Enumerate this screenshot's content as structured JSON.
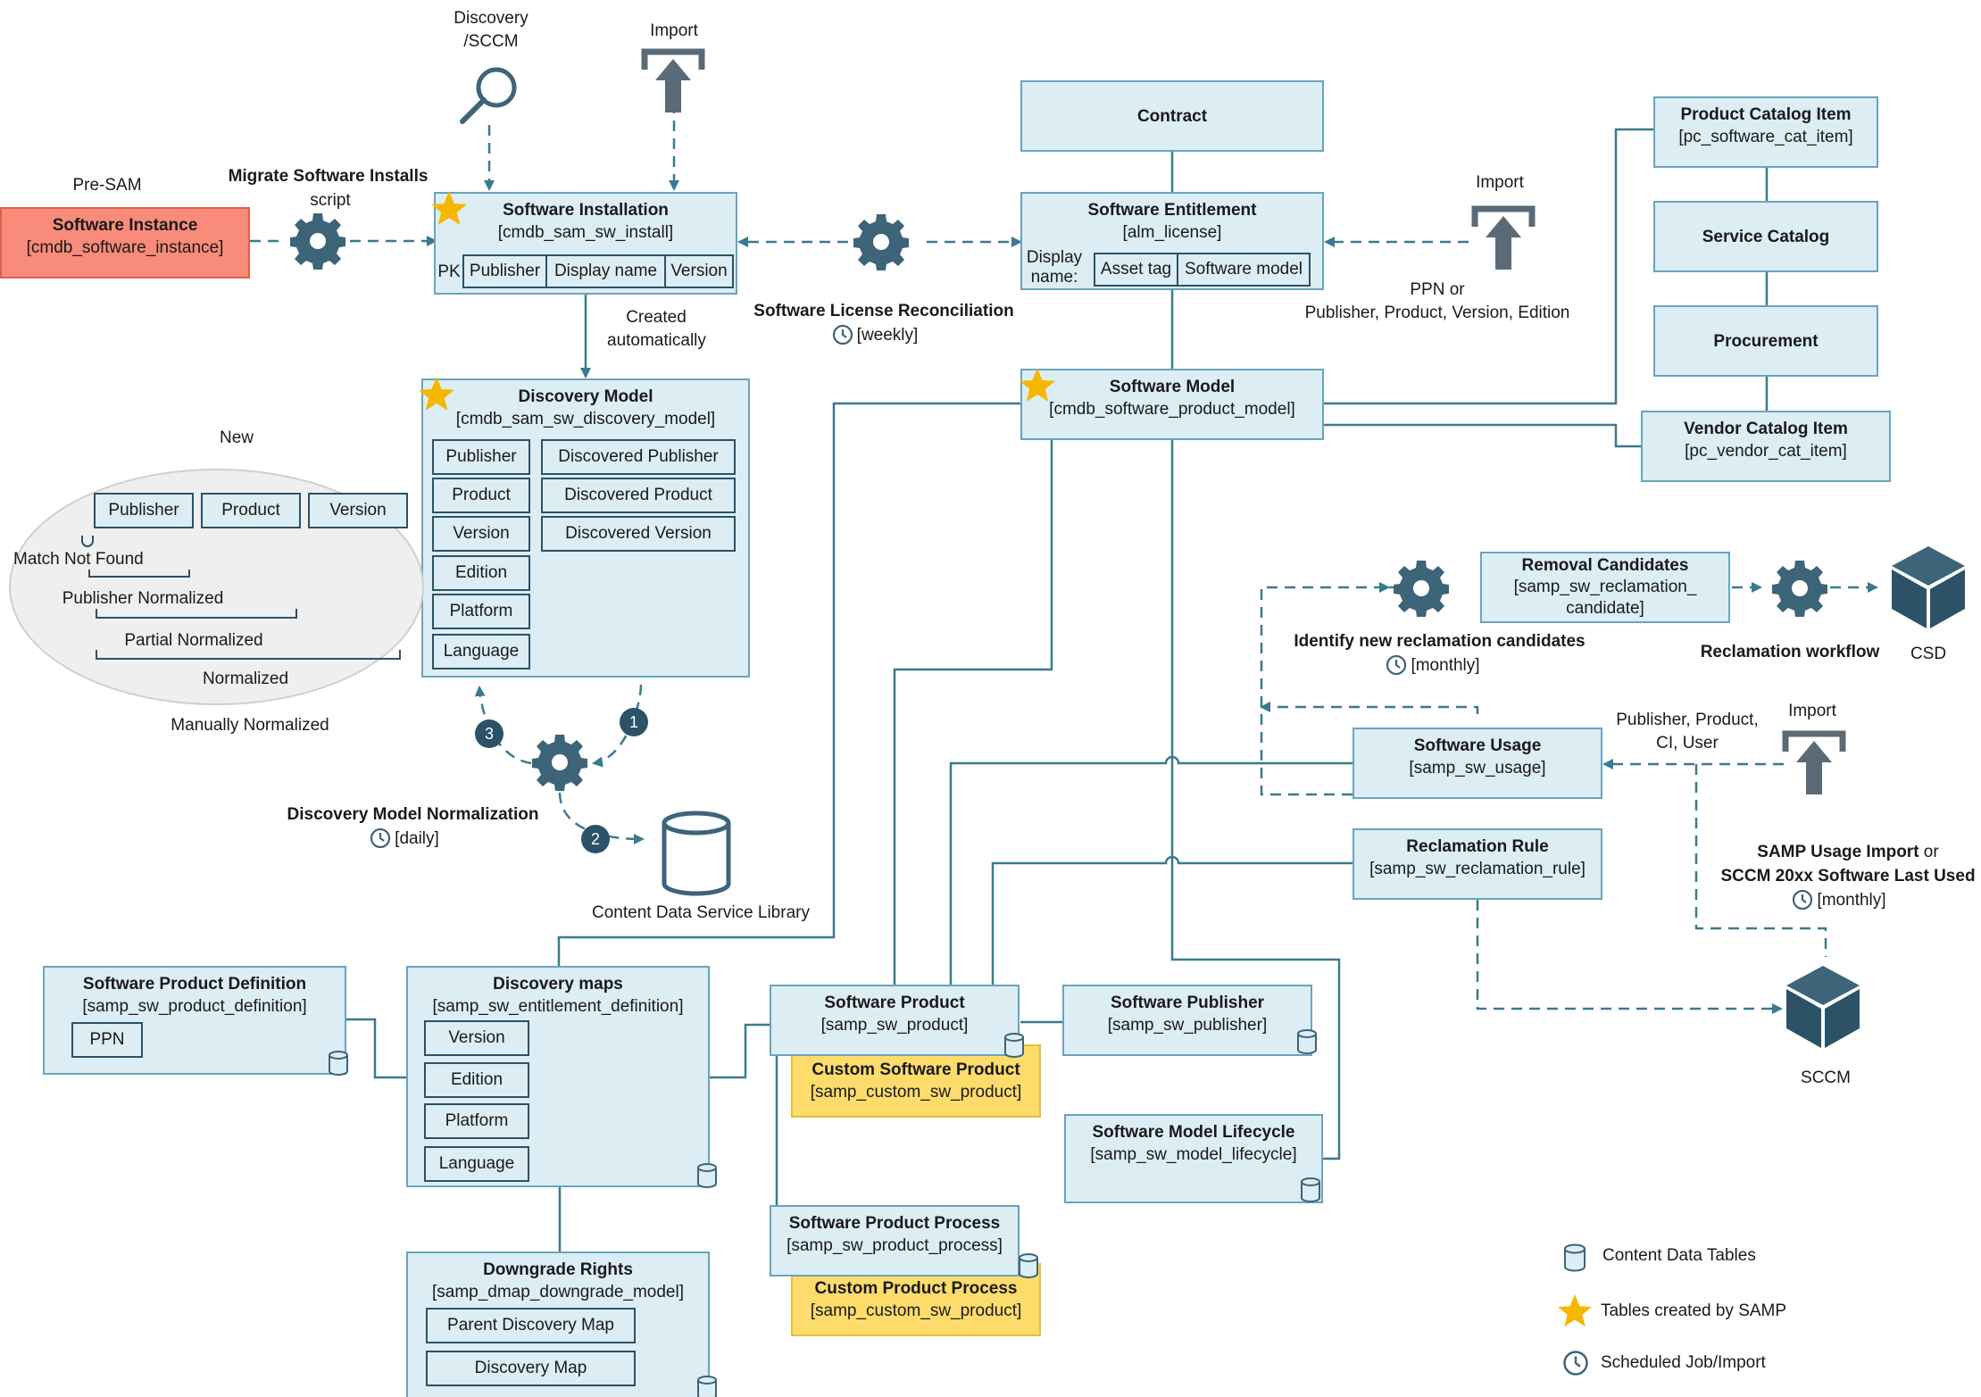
{
  "top_labels": {
    "discovery_sccm": [
      "Discovery",
      "/SCCM"
    ],
    "import": "Import",
    "pre_sam": "Pre-SAM",
    "migrate": "Migrate Software Installs",
    "script": "script",
    "created_automatically": [
      "Created",
      "automatically"
    ],
    "reconciliation": "Software License Reconciliation",
    "reconciliation_schedule": "[weekly]",
    "import_right": "Import",
    "ppn": [
      "PPN or",
      "Publisher, Product, Version, Edition"
    ],
    "new": "New",
    "normalization": "Discovery Model Normalization",
    "normalization_schedule": "[daily]",
    "cdsl": "Content Data Service Library",
    "identify": "Identify new reclamation candidates",
    "identify_schedule": "[monthly]",
    "reclamation_workflow": "Reclamation workflow",
    "csd": "CSD",
    "usage_fields": [
      "Publisher, Product,",
      "CI, User"
    ],
    "import_usage": "Import",
    "samp_usage_import": "SAMP Usage Import",
    "or": " or",
    "sccm_last_used": "SCCM 20xx Software Last Used",
    "usage_schedule": "[monthly]",
    "sccm": "SCCM"
  },
  "steps": [
    "1",
    "2",
    "3"
  ],
  "boxes": {
    "software_instance": {
      "title": "Software Instance",
      "sub": "[cmdb_software_instance]"
    },
    "software_installation": {
      "title": "Software Installation",
      "sub": "[cmdb_sam_sw_install]",
      "pk": "PK",
      "fields": [
        "Publisher",
        "Display name",
        "Version"
      ]
    },
    "contract": {
      "title": "Contract"
    },
    "software_entitlement": {
      "title": "Software Entitlement",
      "sub": "[alm_license]",
      "display_name": [
        "Display",
        "name:"
      ],
      "fields": [
        "Asset tag",
        "Software model"
      ]
    },
    "product_catalog_item": {
      "title": "Product Catalog Item",
      "sub": "[pc_software_cat_item]"
    },
    "service_catalog": {
      "title": "Service Catalog"
    },
    "procurement": {
      "title": "Procurement"
    },
    "vendor_catalog_item": {
      "title": "Vendor Catalog Item",
      "sub": "[pc_vendor_cat_item]"
    },
    "software_model": {
      "title": "Software Model",
      "sub": "[cmdb_software_product_model]"
    },
    "discovery_model": {
      "title": "Discovery Model",
      "sub": "[cmdb_sam_sw_discovery_model]",
      "left": [
        "Publisher",
        "Product",
        "Version",
        "Edition",
        "Platform",
        "Language"
      ],
      "right": [
        "Discovered Publisher",
        "Discovered Product",
        "Discovered Version"
      ]
    },
    "removal_candidates": {
      "title": "Removal Candidates",
      "sub": [
        "[samp_sw_reclamation_",
        "candidate]"
      ]
    },
    "software_usage": {
      "title": "Software Usage",
      "sub": "[samp_sw_usage]"
    },
    "reclamation_rule": {
      "title": "Reclamation Rule",
      "sub": "[samp_sw_reclamation_rule]"
    },
    "software_product_definition": {
      "title": "Software Product Definition",
      "sub": "[samp_sw_product_definition]",
      "fields": [
        "PPN"
      ]
    },
    "discovery_maps": {
      "title": "Discovery maps",
      "sub": "[samp_sw_entitlement_definition]",
      "fields": [
        "Version",
        "Edition",
        "Platform",
        "Language"
      ]
    },
    "software_product": {
      "title": "Software Product",
      "sub": "[samp_sw_product]"
    },
    "custom_software_product": {
      "title": "Custom Software Product",
      "sub": "[samp_custom_sw_product]"
    },
    "software_publisher": {
      "title": "Software Publisher",
      "sub": "[samp_sw_publisher]"
    },
    "software_model_lifecycle": {
      "title": "Software Model Lifecycle",
      "sub": "[samp_sw_model_lifecycle]"
    },
    "software_product_process": {
      "title": "Software Product Process",
      "sub": "[samp_sw_product_process]"
    },
    "custom_product_process": {
      "title": "Custom Product Process",
      "sub": "[samp_custom_sw_product]"
    },
    "downgrade_rights": {
      "title": "Downgrade Rights",
      "sub": "[samp_dmap_downgrade_model]",
      "fields": [
        "Parent Discovery Map",
        "Discovery Map"
      ]
    }
  },
  "normalization_new": {
    "fields": [
      "Publisher",
      "Product",
      "Version"
    ],
    "levels": [
      "Match Not Found",
      "Publisher Normalized",
      "Partial Normalized",
      "Normalized",
      "Manually Normalized"
    ]
  },
  "legend": {
    "items": [
      "Content Data Tables",
      "Tables created by SAMP",
      "Scheduled Job/Import"
    ]
  },
  "colors": {
    "box_fill": "#dcedf4",
    "box_border": "#6aa4bf",
    "connector": "#3a7a8e",
    "icon": "#3d6478",
    "pre_sam": "#f88b7a",
    "custom": "#fddc6c",
    "star": "#f5b800"
  }
}
